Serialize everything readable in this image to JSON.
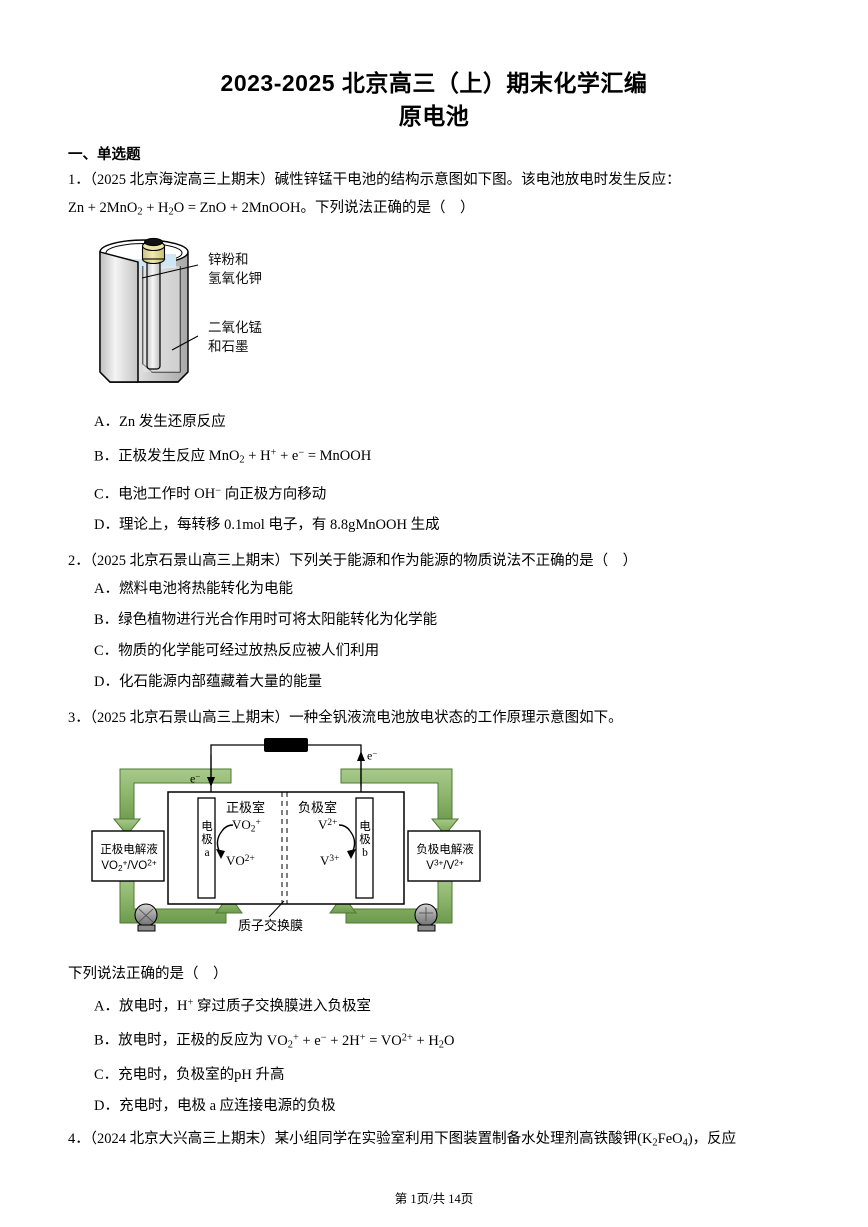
{
  "document": {
    "title": "2023-2025 北京高三（上）期末化学汇编",
    "subtitle": "原电池",
    "footer": "第 1页/共 14页"
  },
  "section": {
    "heading": "一、单选题"
  },
  "questions": [
    {
      "number": "1",
      "stem_line1": "1．（2025 北京海淀高三上期末）碱性锌锰干电池的结构示意图如下图。该电池放电时发生反应：",
      "stem_line2_prefix": "Zn + 2MnO",
      "stem_line2_full": "Zn + 2MnO₂ + H₂O = ZnO + 2MnOOH。下列说法正确的是（　）",
      "stem_line2_tail": "。下列说法正确的是（　）",
      "options": [
        {
          "label": "A．",
          "text": "Zn 发生还原反应"
        },
        {
          "label": "B．",
          "text": "正极发生反应 MnO₂ + H⁺ + e⁻ = MnOOH"
        },
        {
          "label": "C．",
          "text": "电池工作时 OH⁻ 向正极方向移动"
        },
        {
          "label": "D．",
          "text": "理论上，每转移 0.1mol 电子，有 8.8gMnOOH 生成"
        }
      ],
      "figure": {
        "name": "alkaline-zinc-manganese-dry-cell-diagram",
        "labels": [
          "锌粉和\n氢氧化钾",
          "二氧化锰\n和石墨"
        ],
        "label1_line1": "锌粉和",
        "label1_line2": "氢氧化钾",
        "label2_line1": "二氧化锰",
        "label2_line2": "和石墨",
        "colors": {
          "cap": "#111111",
          "terminal": "#e8e0a0",
          "electrolyte": "#cfe7f5",
          "shell_light": "#f2f2f2",
          "shell_mid": "#c9c9c9",
          "shell_dark": "#9a9a9a",
          "outline": "#000000"
        }
      }
    },
    {
      "number": "2",
      "stem_line1": "2．（2025 北京石景山高三上期末）下列关于能源和作为能源的物质说法不正确的是（　）",
      "options": [
        {
          "label": "A．",
          "text": "燃料电池将热能转化为电能"
        },
        {
          "label": "B．",
          "text": "绿色植物进行光合作用时可将太阳能转化为化学能"
        },
        {
          "label": "C．",
          "text": "物质的化学能可经过放热反应被人们利用"
        },
        {
          "label": "D．",
          "text": "化石能源内部蕴藏着大量的能量"
        }
      ]
    },
    {
      "number": "3",
      "stem_line1": "3．（2025 北京石景山高三上期末）一种全钒液流电池放电状态的工作原理示意图如下。",
      "lead_in": "下列说法正确的是（　）",
      "options": [
        {
          "label": "A．",
          "text": "放电时，H⁺ 穿过质子交换膜进入负极室"
        },
        {
          "label": "B．",
          "text": "放电时，正极的反应为 VO₂⁺ + e⁻ + 2H⁺ = VO²⁺ + H₂O"
        },
        {
          "label": "C．",
          "text": "充电时，负极室的pH 升高"
        },
        {
          "label": "D．",
          "text": "充电时，电极 a 应连接电源的负极"
        }
      ],
      "figure": {
        "name": "vanadium-redox-flow-battery-diagram",
        "left_tank_line1": "正极电解液",
        "left_tank_line2": "VO₂⁺/VO²⁺",
        "right_tank_line1": "负极电解液",
        "right_tank_line2": "V³⁺/V²⁺",
        "left_chamber": "正极室",
        "right_chamber": "负极室",
        "membrane_label": "质子交换膜",
        "electrode_a_label": "电极",
        "electrode_a_name": "a",
        "electrode_b_label": "电极",
        "electrode_b_name": "b",
        "species_left_top": "VO₂⁺",
        "species_left_bottom": "VO²⁺",
        "species_right_top": "V²⁺",
        "species_right_bottom": "V³⁺",
        "electron_left": "e⁻",
        "electron_right": "e⁻",
        "colors": {
          "pipe": "#8cb56b",
          "pipe_edge": "#4e7a33",
          "load": "#000000",
          "pump": "#9a9a9a",
          "outline": "#000000"
        }
      }
    },
    {
      "number": "4",
      "stem_line1": "4．（2024 北京大兴高三上期末）某小组同学在实验室利用下图装置制备水处理剂高铁酸钾(K₂FeO₄)，反应"
    }
  ]
}
